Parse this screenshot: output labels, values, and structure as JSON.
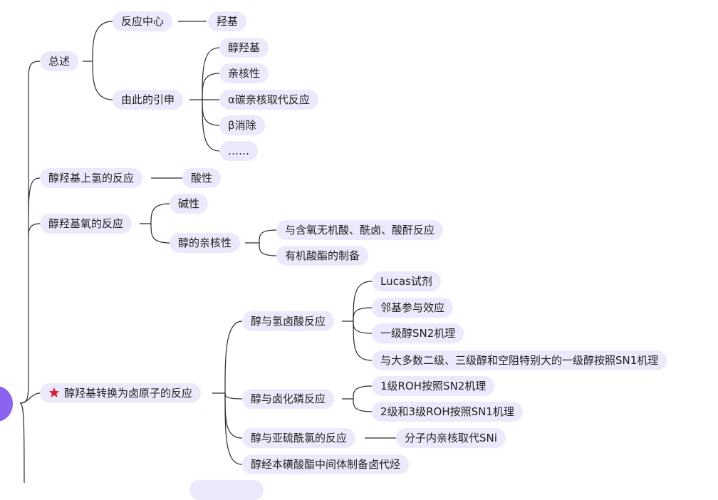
{
  "mindmap": {
    "accent_color": "#8a63f0",
    "node_fill": "#ebe9fb",
    "nodes": {
      "overview": "总述",
      "reaction_center": "反应中心",
      "hydroxyl": "羟基",
      "derived": "由此的引申",
      "alcohol_hydroxyl": "醇羟基",
      "nucleophilicity": "亲核性",
      "alpha_carbon": "α碳亲核取代反应",
      "beta_elim": "β消除",
      "ellipsis": "……",
      "h_reaction": "醇羟基上氢的反应",
      "acidity": "酸性",
      "o_reaction": "醇羟基氧的反应",
      "basicity": "碱性",
      "alcohol_nucleo": "醇的亲核性",
      "inorganic_acid": "与含氧无机酸、酰卤、酸酐反应",
      "organic_ester": "有机酸酯的制备",
      "halogen_conversion": "醇羟基转换为卤原子的反应",
      "hx_reaction": "醇与氢卤酸反应",
      "lucas": "Lucas试剂",
      "neighbor": "邻基参与效应",
      "primary_sn2": "一级醇SN2机理",
      "most_sn1": "与大多数二级、三级醇和空阻特别大的一级醇按照SN1机理",
      "px_reaction": "醇与卤化磷反应",
      "roh1": "1级ROH按照SN2机理",
      "roh23": "2级和3级ROH按照SN1机理",
      "socl2": "醇与亚硫酰氯的反应",
      "sni": "分子内亲核取代SNi",
      "sulfonate": "醇经本磺酸酯中间体制备卤代烃"
    },
    "star_icon": "red-star-icon"
  }
}
